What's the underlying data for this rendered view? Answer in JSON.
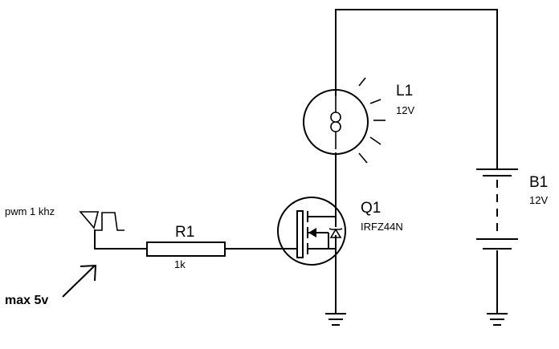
{
  "source": {
    "label": "pwm 1 khz",
    "note": "max 5v"
  },
  "resistor": {
    "ref": "R1",
    "value": "1k"
  },
  "transistor": {
    "ref": "Q1",
    "part": "IRFZ44N"
  },
  "lamp": {
    "ref": "L1",
    "value": "12V"
  },
  "battery": {
    "ref": "B1",
    "value": "12V"
  }
}
